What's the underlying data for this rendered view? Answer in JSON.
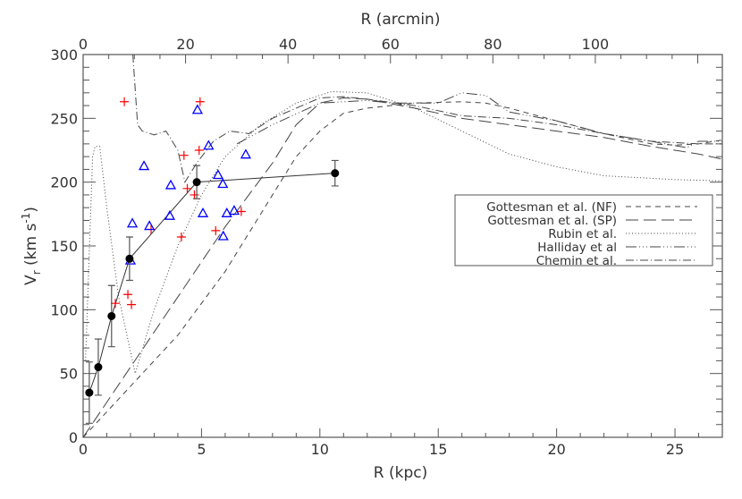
{
  "chart_data": {
    "type": "scatter",
    "xlabel": "R (kpc)",
    "x2label": "R (arcmin)",
    "ylabel_main": "V",
    "ylabel_sub": "r",
    "ylabel_unit": " (km s",
    "ylabel_exp": "-1",
    "ylabel_close": ")",
    "xlim": [
      0,
      27
    ],
    "ylim": [
      0,
      300
    ],
    "x2lim": [
      0,
      124.8
    ],
    "xticks": [
      0,
      5,
      10,
      15,
      20,
      25
    ],
    "yticks": [
      0,
      50,
      100,
      150,
      200,
      250,
      300
    ],
    "x2ticks": [
      0,
      20,
      40,
      60,
      80,
      100
    ],
    "legend_position": "right-middle",
    "colors": {
      "axis": "#555555",
      "crosses": "#ff0000",
      "triangles": "#0000ff",
      "points": "#000000",
      "curves": "#444444"
    },
    "points_with_errors": {
      "x": [
        0.26,
        0.64,
        1.2,
        1.96,
        4.8,
        10.64
      ],
      "y": [
        35,
        55,
        95,
        140,
        200,
        207
      ],
      "err": [
        24,
        22,
        24,
        17,
        13,
        10
      ]
    },
    "red_crosses": {
      "x": [
        1.74,
        4.94,
        4.26,
        4.9,
        4.4,
        4.7,
        6.68,
        5.6,
        4.15,
        2.87,
        2.04,
        1.89,
        1.36
      ],
      "y": [
        263,
        263,
        221,
        225,
        195,
        190,
        177,
        162,
        157,
        163,
        104,
        112,
        105
      ]
    },
    "blue_triangles": {
      "x": [
        4.83,
        5.3,
        2.57,
        3.7,
        5.7,
        5.9,
        6.87,
        5.06,
        6.07,
        6.38,
        3.66,
        2.08,
        2.8,
        5.92,
        2.0
      ],
      "y": [
        256,
        228,
        212,
        197,
        205,
        198,
        221,
        175,
        175,
        177,
        173,
        167,
        165,
        157,
        138
      ]
    },
    "series": [
      {
        "name": "Gottesman et al. (NF)",
        "dash": "6,5",
        "x": [
          0,
          2,
          4,
          6,
          7,
          8,
          9,
          10,
          11,
          12,
          14,
          16,
          17,
          18,
          20,
          22,
          24,
          25,
          26,
          27
        ],
        "y": [
          0,
          40,
          80,
          130,
          160,
          190,
          220,
          240,
          254,
          258,
          262,
          263,
          262,
          258,
          248,
          238,
          230,
          229,
          230,
          233
        ]
      },
      {
        "name": "Gottesman et al. (SP)",
        "dash": "14,6",
        "x": [
          0,
          2,
          4,
          6,
          8,
          9,
          10,
          11,
          12,
          14,
          16,
          18,
          20,
          22,
          24,
          26,
          27
        ],
        "y": [
          0,
          55,
          110,
          165,
          215,
          245,
          262,
          266,
          265,
          258,
          250,
          245,
          240,
          235,
          228,
          222,
          218
        ]
      },
      {
        "name": "Rubin et al.",
        "dash": "1,2.5",
        "x": [
          0.1,
          0.4,
          0.5,
          0.7,
          1,
          1.5,
          2.2,
          3,
          4,
          5,
          6,
          7.5,
          9,
          10.5,
          12,
          14,
          16,
          18,
          20,
          22,
          25,
          27
        ],
        "y": [
          60,
          220,
          228,
          228,
          180,
          110,
          50,
          100,
          150,
          190,
          220,
          245,
          262,
          271,
          270,
          258,
          240,
          222,
          212,
          205,
          202,
          201
        ]
      },
      {
        "name": "Halliday et al",
        "dash": "12,3,1,3,1,3,1,3",
        "x": [
          6.5,
          8,
          10,
          12,
          13,
          14,
          15,
          16,
          17,
          18,
          20,
          22,
          24,
          25.5,
          26,
          27
        ],
        "y": [
          230,
          245,
          262,
          264,
          262,
          262,
          262,
          270,
          268,
          255,
          248,
          238,
          232,
          227,
          232,
          232
        ]
      },
      {
        "name": "Chemin et al.",
        "dash": "9,3,1,3",
        "x": [
          2.1,
          2.3,
          2.5,
          3,
          3.5,
          4,
          4.3,
          4.8,
          5.5,
          6.2,
          7,
          8,
          9,
          10,
          11,
          12,
          14,
          16,
          18,
          20,
          22,
          24,
          26,
          27
        ],
        "y": [
          300,
          245,
          240,
          237,
          240,
          225,
          200,
          215,
          232,
          240,
          238,
          250,
          258,
          266,
          267,
          265,
          260,
          252,
          250,
          245,
          238,
          232,
          230,
          230
        ]
      }
    ]
  }
}
